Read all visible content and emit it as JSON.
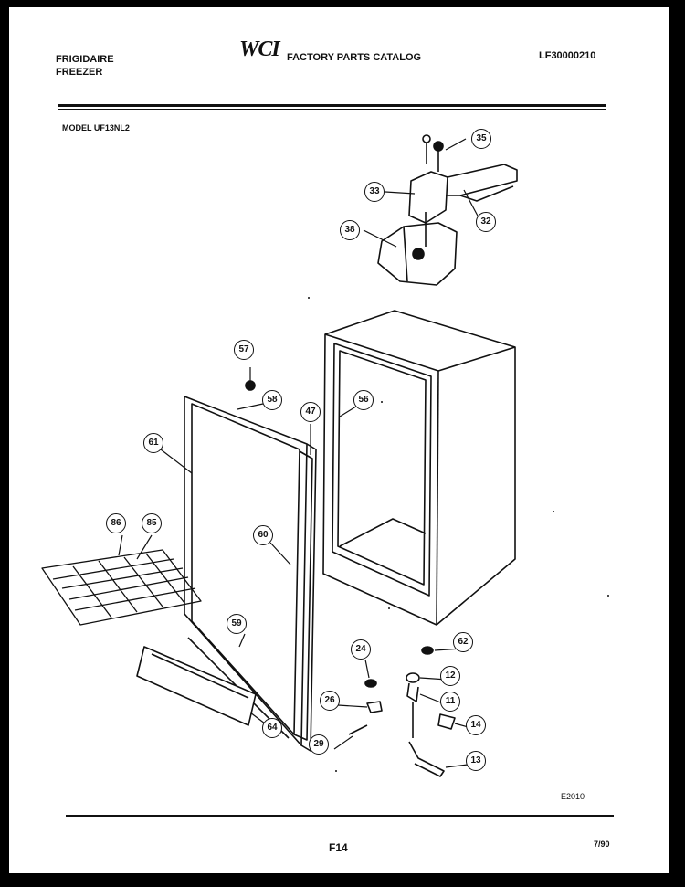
{
  "header": {
    "brand_line1": "FRIGIDAIRE",
    "brand_line2": "FREEZER",
    "logo": "WCI",
    "catalog_title": "FACTORY PARTS CATALOG",
    "catalog_number": "LF30000210",
    "model": "MODEL UF13NL2"
  },
  "footer": {
    "figure_code": "E2010",
    "page": "F14",
    "date": "7/90"
  },
  "callouts": [
    "35",
    "33",
    "32",
    "38",
    "57",
    "58",
    "47",
    "56",
    "61",
    "86",
    "85",
    "60",
    "59",
    "64",
    "24",
    "26",
    "29",
    "62",
    "12",
    "11",
    "14",
    "13"
  ]
}
